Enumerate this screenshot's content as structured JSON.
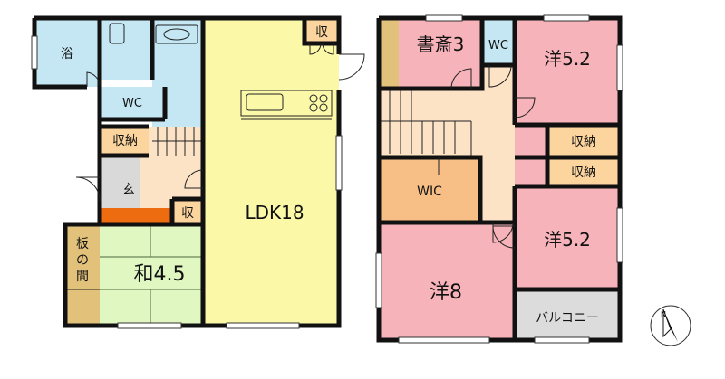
{
  "floor1": {
    "bath": "浴",
    "wc": "WC",
    "storage_top": "収",
    "storage_stairs": "収納",
    "entrance": "玄",
    "storage_entry": "収",
    "ldk": "LDK18",
    "board_room": "板の間",
    "japanese_room": "和4.5"
  },
  "floor2": {
    "study": "書斎3",
    "wc": "WC",
    "western_ne": "洋5.2",
    "storage_a": "収納",
    "storage_b": "収納",
    "wic": "WIC",
    "western_se": "洋5.2",
    "western_main": "洋8",
    "balcony": "バルコニー"
  },
  "compass": {
    "north_label": "N"
  },
  "colors": {
    "bath_blue": "#c4e7f3",
    "ldk_yellow": "#fbf8a8",
    "japanese_green": "#e0f7c2",
    "wood_tan": "#e2c27a",
    "storage_orange": "#fbd49e",
    "entrance_gray": "#d9d9d9",
    "step_orange": "#ee6c10",
    "western_pink": "#f6b3b9",
    "hall_peach": "#fde3c6",
    "wic_orange": "#f7bf85",
    "balcony_gray": "#dcdcdc"
  }
}
